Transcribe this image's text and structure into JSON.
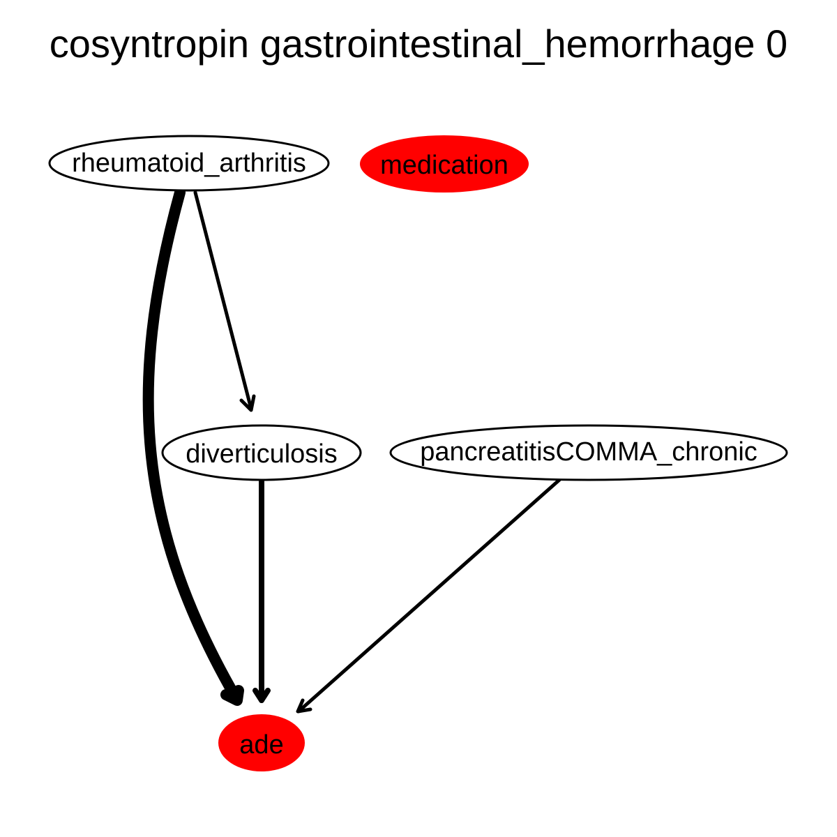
{
  "title": "cosyntropin gastrointestinal_hemorrhage 0",
  "colors": {
    "highlight": "#ff0000",
    "plain_fill": "#ffffff",
    "stroke": "#000000"
  },
  "nodes": {
    "rheumatoid_arthritis": {
      "label": "rheumatoid_arthritis",
      "highlighted": false
    },
    "medication": {
      "label": "medication",
      "highlighted": true
    },
    "diverticulosis": {
      "label": "diverticulosis",
      "highlighted": false
    },
    "pancreatitis_chronic": {
      "label": "pancreatitisCOMMA_chronic",
      "highlighted": false
    },
    "ade": {
      "label": "ade",
      "highlighted": true
    }
  },
  "edges": [
    {
      "from": "rheumatoid_arthritis",
      "to": "ade",
      "weight": "heavy"
    },
    {
      "from": "rheumatoid_arthritis",
      "to": "diverticulosis",
      "weight": "light"
    },
    {
      "from": "diverticulosis",
      "to": "ade",
      "weight": "medium"
    },
    {
      "from": "pancreatitis_chronic",
      "to": "ade",
      "weight": "light"
    }
  ]
}
